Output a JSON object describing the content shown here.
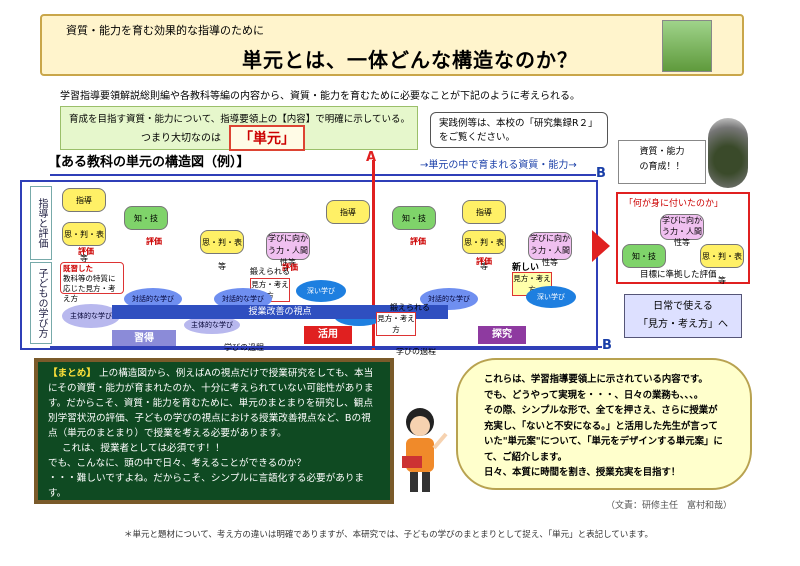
{
  "header": {
    "subtitle": "資質・能力を育む効果的な指導のために",
    "title": "単元とは、一体どんな構造なのか？"
  },
  "intro": "学習指導要領解説総則編や各教科等編の内容から、資質・能力を育むために必要なことが下記のように考えられる。",
  "purpose": {
    "line1": "育成を目指す資質・能力について、指導要領上の【内容】で明確に示している。",
    "line2": "つまり大切なのは",
    "highlight": "「単元」"
  },
  "jissen": {
    "line1": "実践例等は、本校の「研究集録R２」",
    "line2": "をご覧ください。"
  },
  "qbox": {
    "line1": "資質・能力",
    "line2": "の育成！！"
  },
  "diagram": {
    "title": "【ある教科の単元の構造図（例）】",
    "flow_label": "→単元の中で育まれる資質・能力→",
    "a_label": "A",
    "b_label": "B",
    "side_top": "指導と評価",
    "side_bottom": "子どもの学び方",
    "shido": "指導",
    "hyoka": "評価",
    "chigi": "知・技",
    "shihan": "思・判・表等",
    "manabi": "学びに向かう力・人間性等",
    "shutai": "主体的な学び",
    "taiwa": "対話的な学び",
    "fukai": "深い学び",
    "kison": "既習した",
    "kison_note": "教科等の特質に応じた見方・考え方",
    "kitaerareru": "鍛えられる",
    "mikata": "見方・考え方",
    "atarashii": "新しい",
    "kaizen": "授業改善の視点",
    "shutoku": "習得",
    "katsuyo": "活用",
    "tankyu": "探究",
    "katei": "学びの過程"
  },
  "result": {
    "title": "「何が身に付いたのか」",
    "bottom": "目標に準拠した評価"
  },
  "daily": {
    "line1": "日常で使える",
    "line2": "「見方・考え方」へ"
  },
  "matome": {
    "head": "【まとめ】",
    "p1": "上の構造図から、例えばAの視点だけで授業研究をしても、本当にその資質・能力が育まれたのか、十分に考えられていない可能性があります。だからこそ、資質・能力を育むために、単元のまとまりを研究し、観点別学習状況の評価、子どもの学びの視点における授業改善視点など、Bの視点（単元のまとまり）で授業を考える必要があります。",
    "p2": "これは、授業者としては必須です！！",
    "p3": "でも、こんなに、頭の中で日々、考えることができるのか？",
    "p4": "・・・難しいですよね。だからこそ、シンプルに言語化する必要があります。"
  },
  "speech": {
    "l1": "これらは、学習指導要領上に示されている内容です。",
    "l2": "でも、どうやって実現を・・・、日々の業務も、、、。",
    "l3": "その際、シンプルな形で、全てを押さえ、さらに授業が",
    "l4": "充実し、「ないと不安になる。」と活用した先生が言って",
    "l5": "いた\"単元案\"について、「単元をデザインする単元案」に",
    "l6": "て、ご紹介します。",
    "l7": "日々、本質に時間を割き、授業充実を目指す！"
  },
  "credit": "（文責：研修主任　富村和哉）",
  "footnote": "＊単元と題材について、考え方の違いは明確でありますが、本研究では、子どもの学びのまとまりとして捉え、「単元」と表記しています。"
}
